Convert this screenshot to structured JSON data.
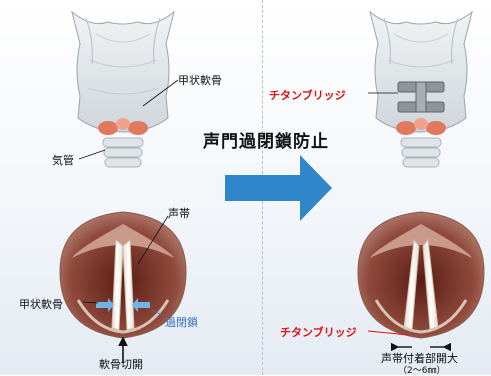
{
  "title": "声門過閉鎖防止",
  "labels": {
    "thyroid_cartilage_top": "甲状軟骨",
    "trachea": "気管",
    "titanium_bridge_top": "チタンブリッジ",
    "vocal_cord": "声帯",
    "thyroid_cartilage_bottom": "甲状軟骨",
    "over_closure": "過閉鎖",
    "cartilage_incision": "軟骨切開",
    "titanium_bridge_bottom": "チタンブリッジ",
    "attachment_opening": "声帯付着部開大",
    "opening_size": "（2～6㎜）"
  },
  "colors": {
    "arrow": "#2f86c9",
    "red_label": "#e01010",
    "blue_label": "#3a72c4",
    "cartilage": "#e7ebee",
    "muscle": "#e0795e",
    "bridge": "#8e949b",
    "mucosa": "#b87a6a"
  }
}
